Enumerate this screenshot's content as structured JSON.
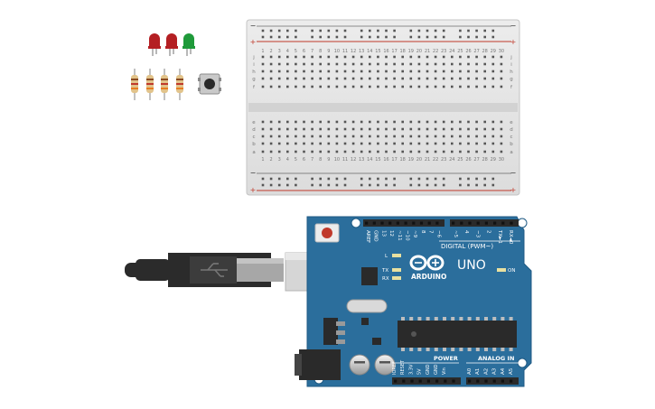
{
  "components": {
    "leds": [
      {
        "name": "red-led-1",
        "color": "#b41f23"
      },
      {
        "name": "red-led-2",
        "color": "#b41f23"
      },
      {
        "name": "green-led",
        "color": "#1f9a3a"
      }
    ],
    "resistor_count": 4,
    "pushbutton": "pushbutton"
  },
  "breadboard": {
    "columns": 30,
    "rows_top": [
      "j",
      "i",
      "h",
      "g",
      "f"
    ],
    "rows_bottom": [
      "e",
      "d",
      "c",
      "b",
      "a"
    ],
    "rail_minus": "−",
    "rail_plus": "+",
    "column_numbers": [
      "1",
      "2",
      "3",
      "4",
      "5",
      "6",
      "7",
      "8",
      "9",
      "10",
      "11",
      "12",
      "13",
      "14",
      "15",
      "16",
      "17",
      "18",
      "19",
      "20",
      "21",
      "22",
      "23",
      "24",
      "25",
      "26",
      "27",
      "28",
      "29",
      "30"
    ]
  },
  "arduino": {
    "brand": "ARDUINO",
    "model": "UNO",
    "digital_label": "DIGITAL (PWM~)",
    "digital_pins": [
      "AREF",
      "GND",
      "13",
      "12",
      "~11",
      "~10",
      "~9",
      "8",
      "7",
      "~6",
      "~5",
      "4",
      "~3",
      "2",
      "TX►1",
      "RX◄0"
    ],
    "power_label": "POWER",
    "power_pins": [
      "IOREF",
      "RESET",
      "3.3V",
      "5V",
      "GND",
      "GND",
      "Vin"
    ],
    "analog_label": "ANALOG IN",
    "analog_pins": [
      "A0",
      "A1",
      "A2",
      "A3",
      "A4",
      "A5"
    ],
    "led_labels": {
      "l": "L",
      "tx": "TX",
      "rx": "RX",
      "on": "ON"
    },
    "colors": {
      "board": "#2b6e9c",
      "header": "#2a2a2a",
      "text": "#ffffff"
    }
  },
  "usb_cable": {
    "name": "usb-cable"
  }
}
